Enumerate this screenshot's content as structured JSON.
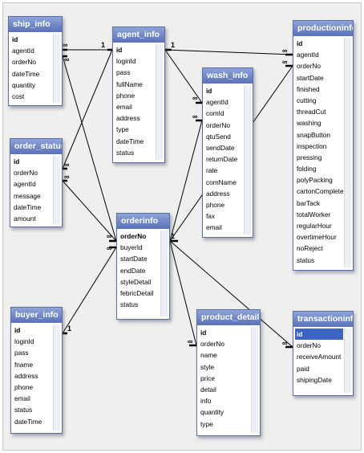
{
  "tables": [
    {
      "id": "ship_info",
      "title": "ship_info",
      "fields": [
        "id",
        "agentId",
        "orderNo",
        "dateTime",
        "quantity",
        "cost"
      ]
    },
    {
      "id": "agent_info",
      "title": "agent_info",
      "fields": [
        "id",
        "loginId",
        "pass",
        "fullName",
        "phone",
        "email",
        "address",
        "type",
        "dateTime",
        "status"
      ]
    },
    {
      "id": "productioninfo",
      "title": "productioninfo",
      "fields": [
        "id",
        "agentId",
        "orderNo",
        "startDate",
        "finished",
        "cutting",
        "threadCut",
        "washing",
        "snapButton",
        "inspection",
        "pressing",
        "folding",
        "polyPacking",
        "cartonComplete",
        "barTack",
        "totalWorker",
        "regularHour",
        "overtimeHour",
        "noReject",
        "status"
      ]
    },
    {
      "id": "wash_info",
      "title": "wash_info",
      "fields": [
        "id",
        "agentId",
        "comId",
        "orderNo",
        "qtuSend",
        "sendDate",
        "returnDate",
        "rate",
        "comName",
        "address",
        "phone",
        "fax",
        "email"
      ]
    },
    {
      "id": "order_status",
      "title": "order_status",
      "fields": [
        "id",
        "orderNo",
        "agentId",
        "message",
        "dateTime",
        "amount"
      ]
    },
    {
      "id": "orderinfo",
      "title": "orderinfo",
      "fields": [
        "orderNo",
        "buyerId",
        "startDate",
        "endDate",
        "styleDetail",
        "febricDetail",
        "status"
      ]
    },
    {
      "id": "buyer_info",
      "title": "buyer_info",
      "fields": [
        "id",
        "loginId",
        "pass",
        "fname",
        "address",
        "phone",
        "email",
        "status",
        "dateTime"
      ]
    },
    {
      "id": "product_detail",
      "title": "product_detail",
      "fields": [
        "id",
        "orderNo",
        "name",
        "style",
        "price",
        "detail",
        "info",
        "quantity",
        "type"
      ]
    },
    {
      "id": "transactioninfo",
      "title": "transactioninfo",
      "fields": [
        "id",
        "orderNo",
        "receiveAmount",
        "paid",
        "shipingDate"
      ]
    }
  ],
  "cardinality": {
    "one": "1",
    "many": "∞"
  }
}
